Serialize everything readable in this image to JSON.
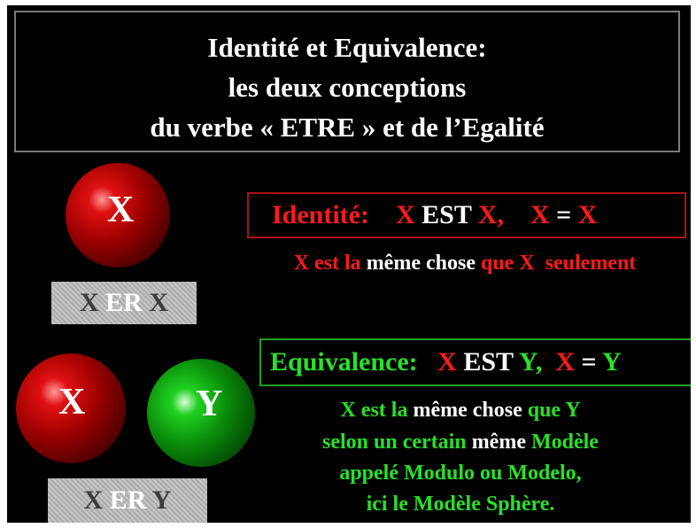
{
  "title": {
    "line1": "Identité et Equivalence:",
    "line2": "les deux conceptions",
    "line3": "du verbe « ETRE » et de l’Egalité"
  },
  "spheres": {
    "top_red": "X",
    "bottom_red": "X",
    "bottom_green": "Y"
  },
  "identity": {
    "label": "Identité:",
    "x1": "X",
    "est": "EST",
    "x2": "X,",
    "x3": "X",
    "eq": "=",
    "x4": "X",
    "desc": {
      "x": "X",
      "est_la": "est la",
      "meme_chose": "même chose",
      "que": "que X",
      "seulement": "seulement"
    },
    "box": {
      "a": "X",
      "er": "ER",
      "b": "X"
    }
  },
  "equivalence": {
    "label": "Equivalence:",
    "x1": "X",
    "est": "EST",
    "y1": "Y,",
    "x2": "X",
    "eq": "=",
    "y2": "Y",
    "desc": {
      "line1": {
        "a": "X est la",
        "b": "même chose",
        "c": "que Y"
      },
      "line2": {
        "a": "selon un certain",
        "b": "même",
        "c": "Modèle"
      },
      "line3": "appelé Modulo ou Modelo,",
      "line4": "ici le Modèle Sphère."
    },
    "box": {
      "a": "X",
      "er": "ER",
      "b": "Y"
    }
  },
  "colors": {
    "background": "#000000",
    "red": "#ff1a1a",
    "green": "#28e028",
    "white": "#ffffff",
    "gray_box": "#c0c0c0"
  }
}
